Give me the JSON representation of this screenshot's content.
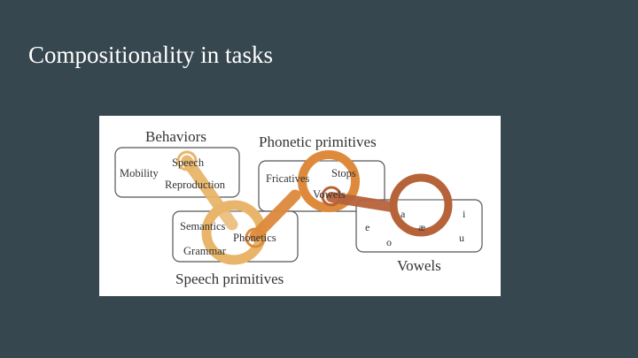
{
  "slide": {
    "title": "Compositionality in tasks"
  },
  "diagram": {
    "groups": {
      "behaviors": {
        "heading": "Behaviors",
        "items": [
          "Mobility",
          "Speech",
          "Reproduction"
        ]
      },
      "phonetic": {
        "heading": "Phonetic primitives",
        "items": [
          "Fricatives",
          "Stops",
          "Vowels"
        ]
      },
      "speech": {
        "heading": "Speech primitives",
        "items": [
          "Semantics",
          "Phonetics",
          "Grammar"
        ]
      },
      "vowels": {
        "heading": "Vowels",
        "items": [
          "a",
          "i",
          "e",
          "æ",
          "o",
          "u"
        ]
      }
    },
    "colors": {
      "lens_1": "#e8b56a",
      "lens_2": "#de8a3c",
      "lens_3": "#b7633a",
      "box_stroke": "#555555"
    }
  }
}
